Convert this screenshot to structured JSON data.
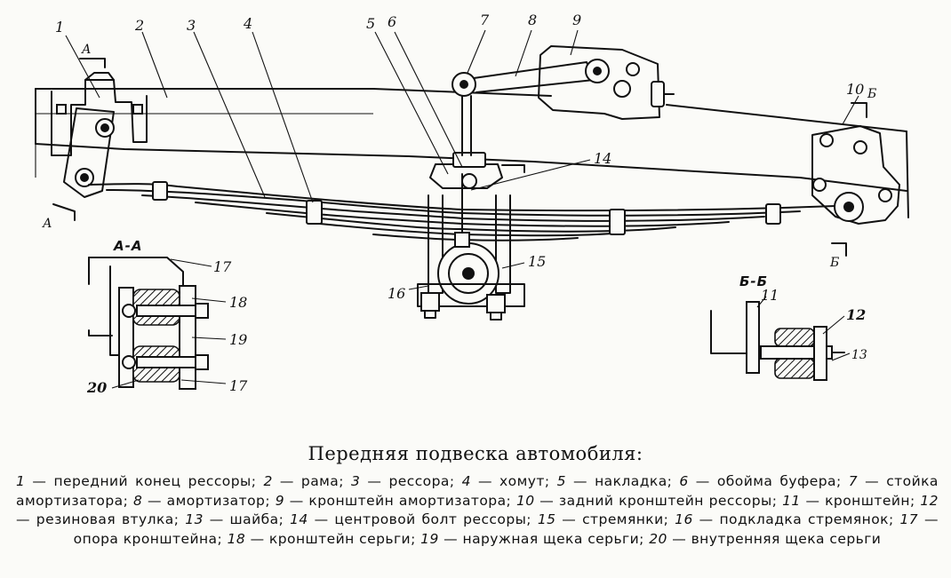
{
  "caption": {
    "title": "Передняя подвеска автомобиля:",
    "items": [
      {
        "num": "1",
        "text": "передний конец рессоры"
      },
      {
        "num": "2",
        "text": "рама"
      },
      {
        "num": "3",
        "text": "рессора"
      },
      {
        "num": "4",
        "text": "хомут"
      },
      {
        "num": "5",
        "text": "накладка"
      },
      {
        "num": "6",
        "text": "обойма буфера"
      },
      {
        "num": "7",
        "text": "стойка амортизатора"
      },
      {
        "num": "8",
        "text": "амортизатор"
      },
      {
        "num": "9",
        "text": "кронштейн амортизатора"
      },
      {
        "num": "10",
        "text": "задний кронштейн рессоры"
      },
      {
        "num": "11",
        "text": "кронштейн"
      },
      {
        "num": "12",
        "text": "резиновая втулка"
      },
      {
        "num": "13",
        "text": "шайба"
      },
      {
        "num": "14",
        "text": "центровой болт рессоры"
      },
      {
        "num": "15",
        "text": "стремянки"
      },
      {
        "num": "16",
        "text": "подкладка стремянок"
      },
      {
        "num": "17",
        "text": "опора кронштейна"
      },
      {
        "num": "18",
        "text": "кронштейн серьги"
      },
      {
        "num": "19",
        "text": "наружная щека серьги"
      },
      {
        "num": "20",
        "text": "внутренняя щека серьги"
      }
    ]
  },
  "callouts": {
    "c1": "1",
    "c2": "2",
    "c3": "3",
    "c4": "4",
    "c5": "5",
    "c6": "6",
    "c7": "7",
    "c8": "8",
    "c9": "9",
    "c10": "10",
    "c11": "11",
    "c12": "12",
    "c13": "13",
    "c14": "14",
    "c15": "15",
    "c16": "16",
    "c17a": "17",
    "c17b": "17",
    "c18": "18",
    "c19": "19",
    "c20": "20"
  },
  "sections": {
    "aa_title": "А-А",
    "bb_title": "Б-Б",
    "cut_a_top": "А",
    "cut_a_bottom": "А",
    "cut_b_top": "Б",
    "cut_b_bottom": "Б"
  }
}
